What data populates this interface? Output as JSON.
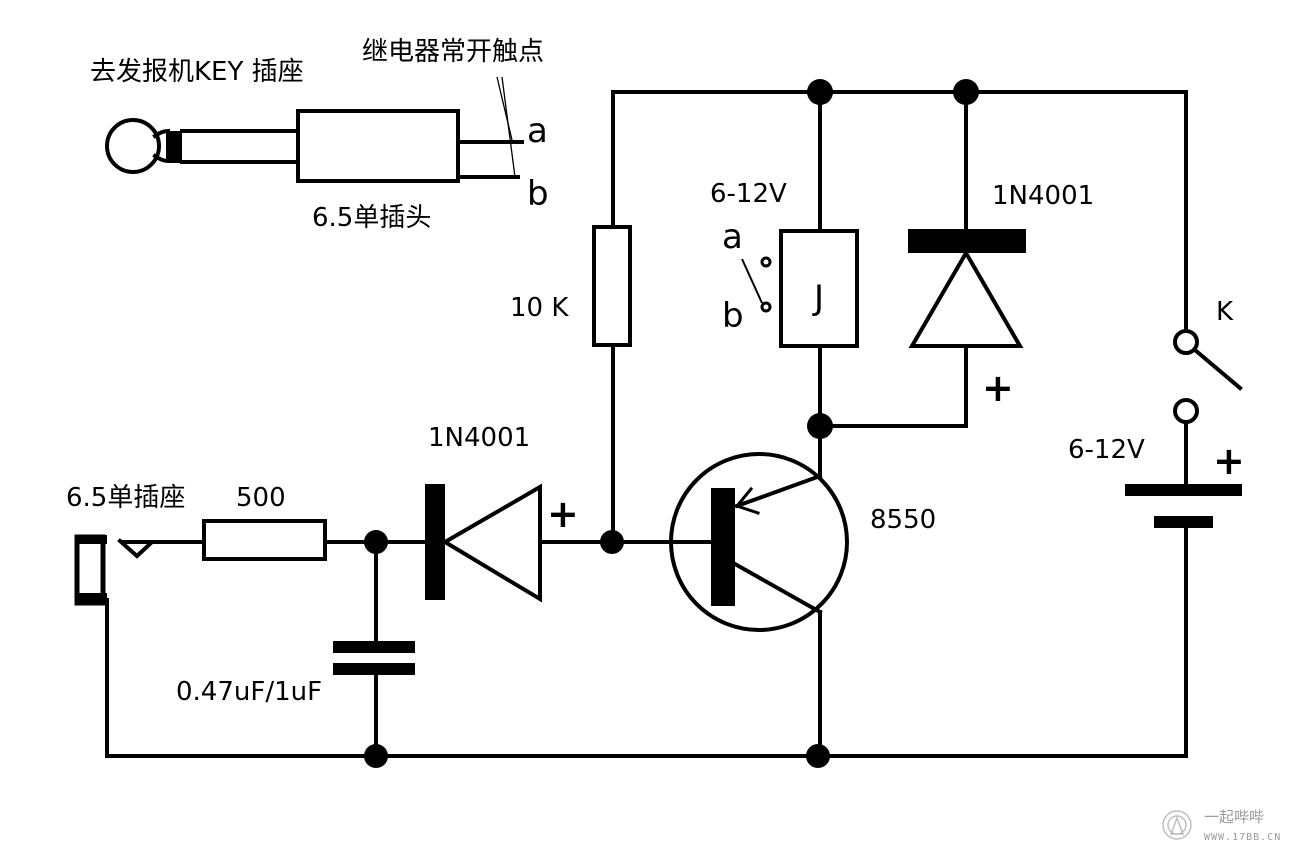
{
  "title": "KEY relay interface circuit",
  "plug": {
    "caption": "去发报机KEY 插座",
    "plug_label": "6.5单插头",
    "contacts_label": "继电器常开触点",
    "terminal_a": "a",
    "terminal_b": "b"
  },
  "input_jack": {
    "label": "6.5单插座"
  },
  "resistor_input": {
    "label": "500"
  },
  "capacitor": {
    "label": "0.47uF/1uF"
  },
  "diode_input": {
    "label": "1N4001",
    "polarity": "+"
  },
  "resistor_bias": {
    "label": "10 K"
  },
  "relay": {
    "voltage": "6-12V",
    "symbol": "J",
    "contact_a": "a",
    "contact_b": "b"
  },
  "diode_flyback": {
    "label": "1N4001",
    "polarity": "+"
  },
  "transistor": {
    "label": "8550",
    "type": "PNP"
  },
  "switch": {
    "label": "K"
  },
  "battery": {
    "voltage": "6-12V",
    "polarity": "+"
  },
  "watermark": {
    "name": "一起哔哔",
    "url": "WWW.17BB.CN"
  }
}
